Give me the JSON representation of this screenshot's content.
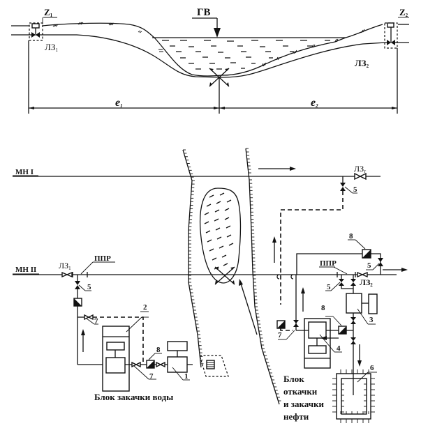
{
  "profile": {
    "groundwater_label": "ГВ",
    "z1_label": "Z",
    "z1_sub": "1",
    "z2_label": "Z",
    "z2_sub": "2",
    "lz1_label": "ЛЗ",
    "lz1_sub": "1",
    "lz2_label": "ЛЗ",
    "lz2_sub": "2",
    "l1_label": "e",
    "l1_sub": "1",
    "l2_label": "e",
    "l2_sub": "2"
  },
  "plan": {
    "mn1_label": "МН I",
    "mn2_label": "МН II",
    "lz1_label": "ЛЗ",
    "lz1_sub": "1",
    "lz2_label": "ЛЗ",
    "lz2_sub": "2",
    "lz_top_label": "ЛЗ",
    "lz_top_sub": "т",
    "ppr_left": "ППР",
    "ppr_right": "ППР",
    "numbers": {
      "n1": "1",
      "n2": "2",
      "n3": "3",
      "n4": "4",
      "n5a": "5",
      "n5b": "5",
      "n5c": "5",
      "n5d": "5",
      "n6": "6",
      "n7a": "7",
      "n7b": "7",
      "n7c": "7",
      "n8a": "8",
      "n8b": "8",
      "n8c": "8"
    },
    "water_block_label": "Блок закачки воды",
    "oil_block_lines": [
      "Блок",
      "откачки",
      "и закачки",
      "нефти"
    ]
  }
}
